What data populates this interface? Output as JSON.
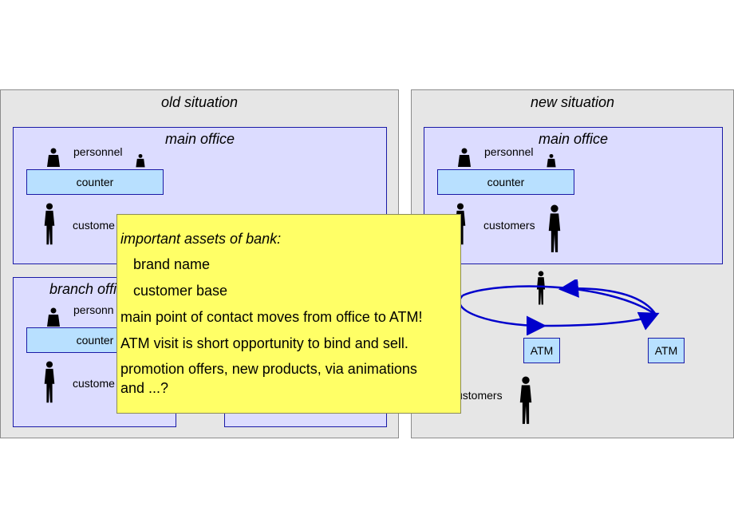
{
  "old_panel": {
    "title": "old situation",
    "main_office": {
      "title": "main office",
      "personnel": "personnel",
      "counter": "counter",
      "customers": "custome"
    },
    "branch_office": {
      "title": "branch offi",
      "personnel": "personn",
      "counter": "counter",
      "customers": "custome"
    }
  },
  "new_panel": {
    "title": "new situation",
    "main_office": {
      "title": "main office",
      "personnel": "personnel",
      "counter": "counter",
      "customers": "customers"
    },
    "atm_labels": [
      "ATM",
      "ATM"
    ],
    "customers_label": "ustomers"
  },
  "note": {
    "heading": "important assets of bank:",
    "item1": "brand name",
    "item2": "customer base",
    "line1": "main point of contact moves from office to ATM!",
    "line2": "ATM visit is short opportunity to bind and sell.",
    "line3a": "promotion offers, new products, via animations",
    "line3b": "and ...?"
  },
  "icons": [
    "person-icon"
  ],
  "colors": {
    "panel": "#e6e6e6",
    "office": "#dcdcff",
    "counter": "#b8e0ff",
    "note": "#ffff66",
    "arrow": "#0000cc"
  }
}
